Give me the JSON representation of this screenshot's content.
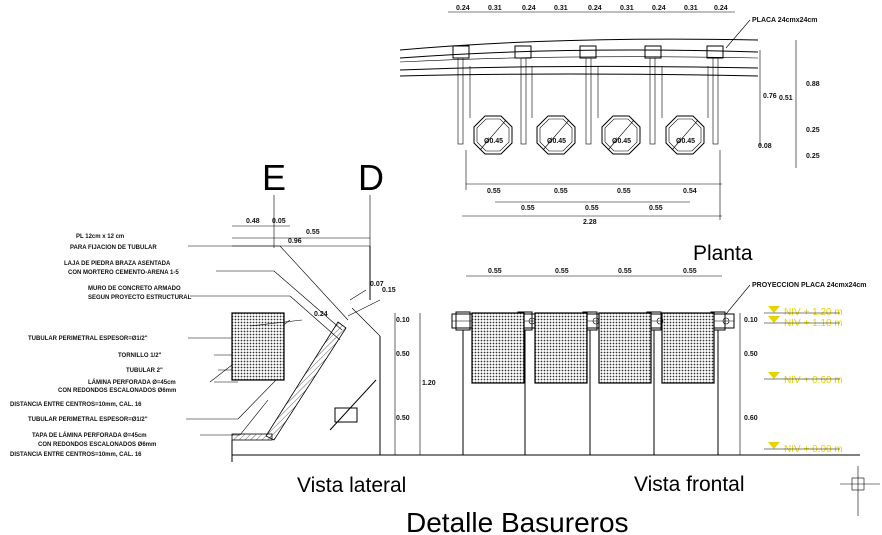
{
  "titles": {
    "section_e": "E",
    "section_d": "D",
    "planta": "Planta",
    "vista_lateral": "Vista lateral",
    "vista_frontal": "Vista frontal",
    "main": "Detalle Basureros"
  },
  "planta": {
    "top_dims": [
      "0.24",
      "0.31",
      "0.24",
      "0.31",
      "0.24",
      "0.31",
      "0.24",
      "0.31",
      "0.24"
    ],
    "plate_label": "PLACA 24cmx24cm",
    "right_dims": [
      "0.76",
      "0.51",
      "0.88",
      "0.25",
      "0.25"
    ],
    "small_dim": "0.08",
    "bin_labels": [
      "Ø0.45",
      "Ø0.45",
      "Ø0.45",
      "Ø0.45"
    ],
    "bottom_dims_row1": [
      "0.55",
      "0.55",
      "0.55",
      "0.54"
    ],
    "bottom_dims_row2": [
      "0.55",
      "0.55",
      "0.55"
    ],
    "total_dim": "2.28"
  },
  "lateral": {
    "top_dims": [
      "0.48",
      "0.05",
      "0.55",
      "0.96"
    ],
    "notes": [
      "PL 12cm x 12 cm",
      "PARA FIJACION DE TUBULAR",
      "LAJA DE PIEDRA BRAZA ASENTADA",
      "CON MORTERO CEMENTO-ARENA 1-5",
      "MURO DE CONCRETO ARMADO",
      "SEGUN PROYECTO ESTRUCTURAL",
      "TUBULAR PERIMETRAL ESPESOR=Ø1/2\"",
      "TORNILLO 1/2\"",
      "TUBULAR 2\"",
      "LÁMINA PERFORADA Ø=45cm",
      "CON REDONDOS ESCALONADOS Ø6mm",
      "DISTANCIA ENTRE CENTROS=10mm, CAL. 16",
      "TUBULAR PERIMETRAL ESPESOR=Ø1/2\"",
      "TAPA DE LÁMINA PERFORADA Ø=45cm",
      "CON REDONDOS ESCALONADOS Ø6mm",
      "DISTANCIA ENTRE CENTROS=10mm, CAL. 16"
    ],
    "slope_dims": [
      "0.07",
      "0.15",
      "0.24"
    ],
    "height_dims": [
      "0.10",
      "0.50",
      "1.20",
      "0.50"
    ]
  },
  "frontal": {
    "top_dims": [
      "0.55",
      "0.55",
      "0.55",
      "0.55"
    ],
    "projection_label": "PROYECCION PLACA 24cmx24cm",
    "height_dims": [
      "0.10",
      "0.50",
      "0.60"
    ],
    "levels": [
      "NIV + 1.20 m",
      "NIV + 1.10 m",
      "NIV + 0.60 m",
      "NIV + 0.00 m"
    ]
  },
  "colors": {
    "line": "#000000",
    "level_marker": "#e6d400"
  }
}
